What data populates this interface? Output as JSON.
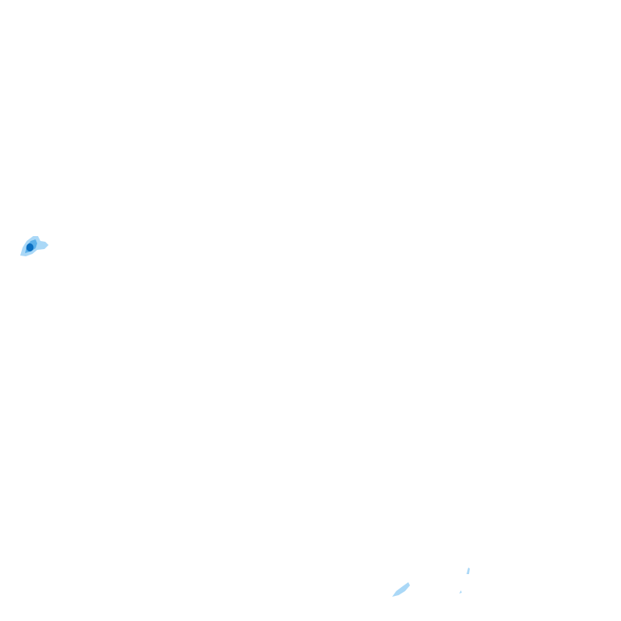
{
  "map": {
    "background_color": "#ffffff",
    "palette": {
      "light": "#aad8f7",
      "medium": "#5bb0ea",
      "dark": "#0a6fc2"
    },
    "features": [
      {
        "id": "cell-west",
        "intensity_levels": [
          "light",
          "medium",
          "dark"
        ]
      },
      {
        "id": "streak-south",
        "intensity_levels": [
          "light"
        ]
      },
      {
        "id": "fleck-southeast",
        "intensity_levels": [
          "light"
        ]
      }
    ]
  }
}
